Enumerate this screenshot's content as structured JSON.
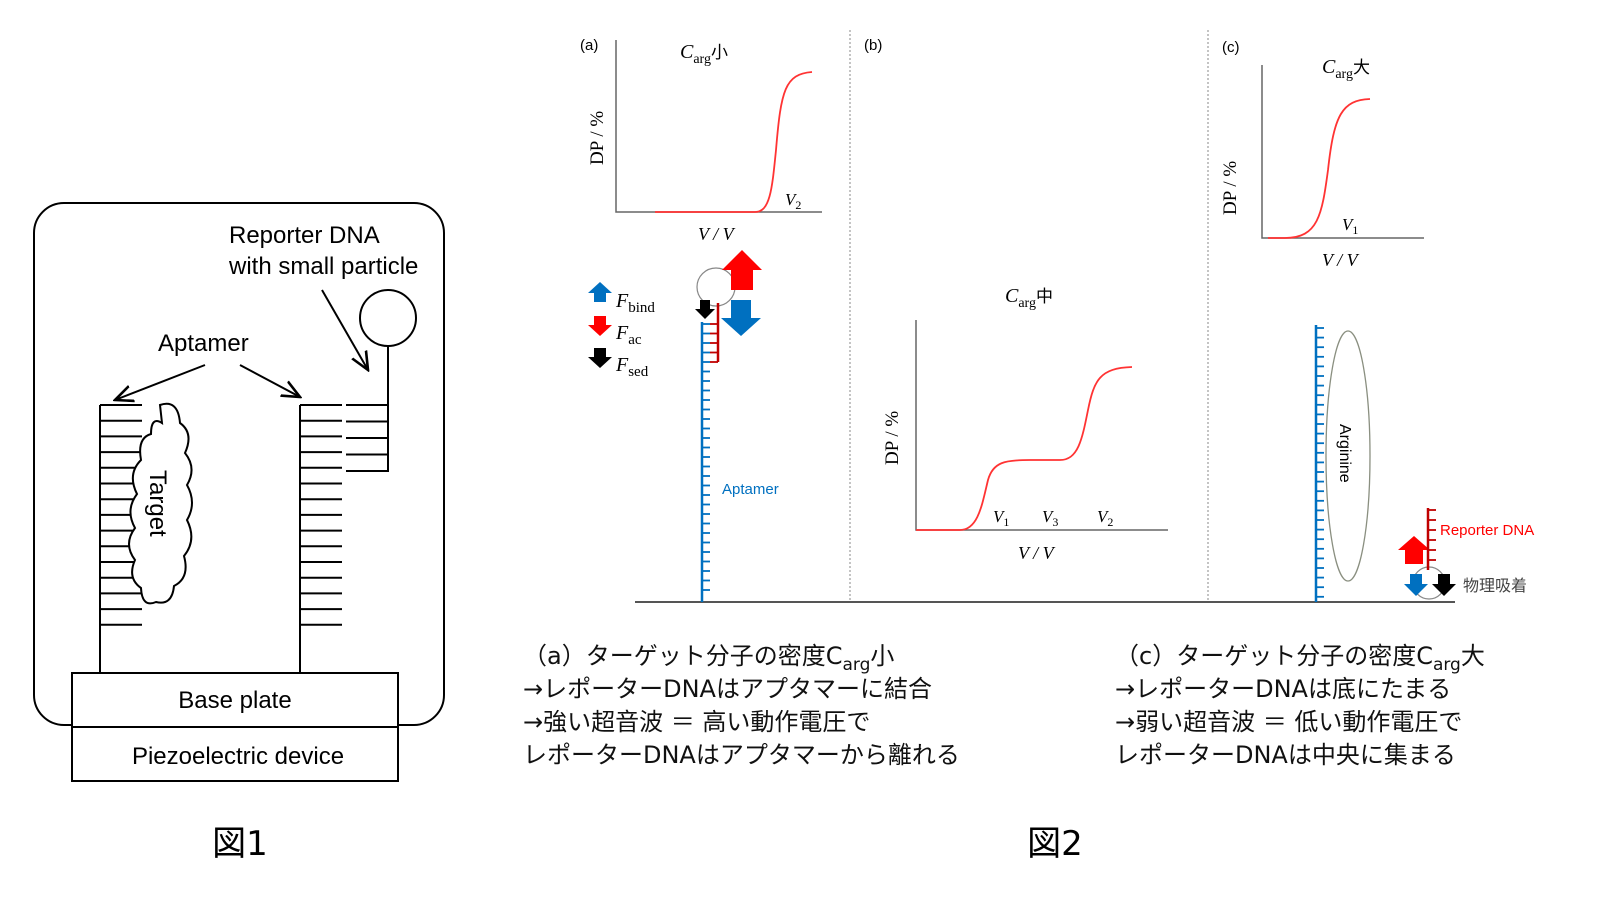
{
  "fig1": {
    "reporter_line1": "Reporter DNA",
    "reporter_line2": "with small particle",
    "aptamer": "Aptamer",
    "target": "Target",
    "base_plate": "Base plate",
    "piezo": "Piezoelectric device",
    "caption": "図1"
  },
  "fig2": {
    "caption": "図2",
    "panel_a": {
      "tag": "(a)",
      "title_c": "C",
      "title_sub": "arg",
      "title_jp": "小",
      "ylabel": "DP / %",
      "xlabel": "V / V",
      "v2": "V",
      "v2_sub": "2",
      "aptamer_label": "Aptamer"
    },
    "panel_b": {
      "tag": "(b)",
      "title_c": "C",
      "title_sub": "arg",
      "title_jp": "中",
      "ylabel": "DP / %",
      "xlabel": "V / V",
      "v1": "V",
      "v1_sub": "1",
      "v3": "V",
      "v3_sub": "3",
      "v2": "V",
      "v2_sub": "2"
    },
    "panel_c": {
      "tag": "(c)",
      "title_c": "C",
      "title_sub": "arg",
      "title_jp": "大",
      "ylabel": "DP / %",
      "xlabel": "V / V",
      "v1": "V",
      "v1_sub": "1",
      "arginine": "Arginine",
      "reporter": "Reporter DNA",
      "physisorption": "物理吸着"
    },
    "legend": [
      {
        "f": "F",
        "sub": "bind",
        "color": "#0070c0"
      },
      {
        "f": "F",
        "sub": "ac",
        "color": "#ff0000"
      },
      {
        "f": "F",
        "sub": "sed",
        "color": "#000000"
      }
    ],
    "text_a": {
      "line1_pre": "（a）ターゲット分子の密度C",
      "line1_sub": "arg",
      "line1_post": "小",
      "line2": "→レポーターDNAはアプタマーに結合",
      "line3": "→強い超音波 ＝ 高い動作電圧で",
      "line4": "レポーターDNAはアプタマーから離れる"
    },
    "text_c": {
      "line1_pre": "（c）ターゲット分子の密度C",
      "line1_sub": "arg",
      "line1_post": "大",
      "line2": "→レポーターDNAは底にたまる",
      "line3": "→弱い超音波 ＝ 低い動作電圧で",
      "line4": "レポーターDNAは中央に集まる"
    }
  },
  "colors": {
    "aptamer": "#0070c0",
    "reporter": "#c00000",
    "curve": "#ff3333",
    "arrow_red": "#ff0000"
  }
}
